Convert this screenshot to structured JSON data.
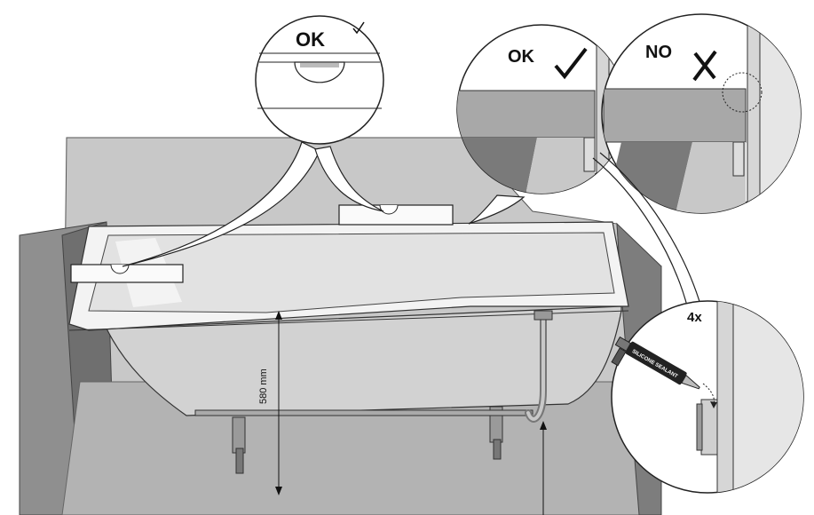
{
  "labels": {
    "ok_top": "OK",
    "ok_right": "OK",
    "no_right": "NO",
    "dimension": "580 mm",
    "count": "4x",
    "silicone": "SILICONE SEALANT"
  },
  "icons": {
    "ok_top_mark": "check-icon",
    "ok_right_mark": "check-icon",
    "no_right_mark": "cross-icon",
    "sealant": "silicone-gun-icon",
    "leveler": "spirit-level-icon"
  },
  "colors": {
    "wall": "#c9c9c9",
    "wall_dark": "#8f8f8f",
    "floor": "#b4b4b4",
    "bath_shell": "#d6d6d6",
    "bath_inner": "#e8e8e8",
    "rim": "#f4f4f4",
    "callout_fill": "#ffffff",
    "stroke": "#222222"
  }
}
